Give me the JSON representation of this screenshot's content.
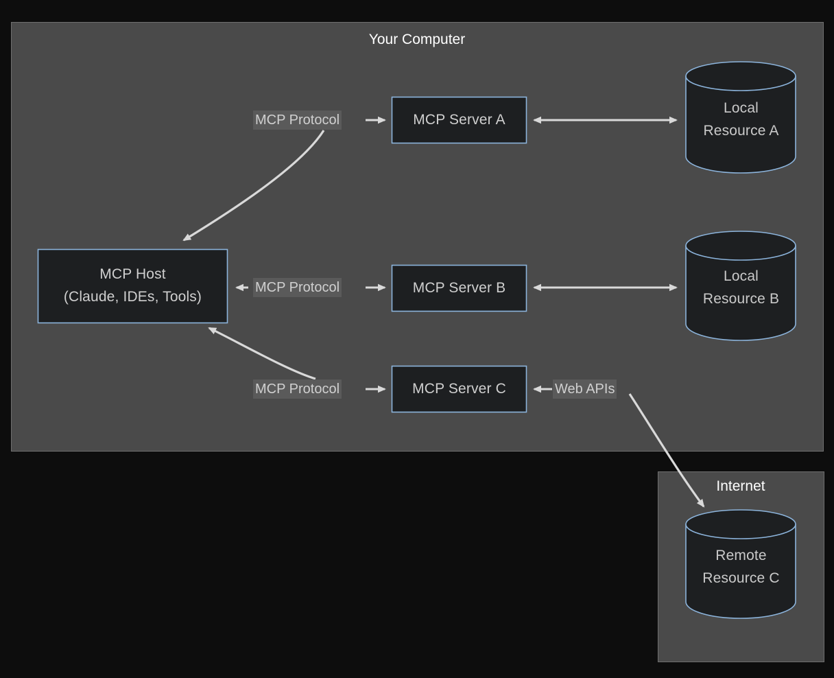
{
  "diagram": {
    "background": "#0d0d0d",
    "groups": [
      {
        "id": "your-computer",
        "title": "Your Computer",
        "fill": "#4a4a4a",
        "stroke": "#6f6f6f"
      },
      {
        "id": "internet",
        "title": "Internet",
        "fill": "#4a4a4a",
        "stroke": "#6f6f6f"
      }
    ],
    "nodes": {
      "host": {
        "line1": "MCP Host",
        "line2": "(Claude, IDEs, Tools)"
      },
      "server_a": {
        "label": "MCP Server A"
      },
      "server_b": {
        "label": "MCP Server B"
      },
      "server_c": {
        "label": "MCP Server C"
      },
      "resource_a": {
        "line1": "Local",
        "line2": "Resource A"
      },
      "resource_b": {
        "line1": "Local",
        "line2": "Resource B"
      },
      "resource_c": {
        "line1": "Remote",
        "line2": "Resource C"
      }
    },
    "edge_labels": {
      "protocol_a": "MCP Protocol",
      "protocol_b": "MCP Protocol",
      "protocol_c": "MCP Protocol",
      "web_apis": "Web APIs"
    },
    "colors": {
      "node_fill": "#1d1f21",
      "node_stroke": "#8cb4dc",
      "edge": "#d9d9d9",
      "text": "#cfcfcf",
      "title": "#ffffff",
      "label_bg": "#5a5a5a"
    }
  }
}
